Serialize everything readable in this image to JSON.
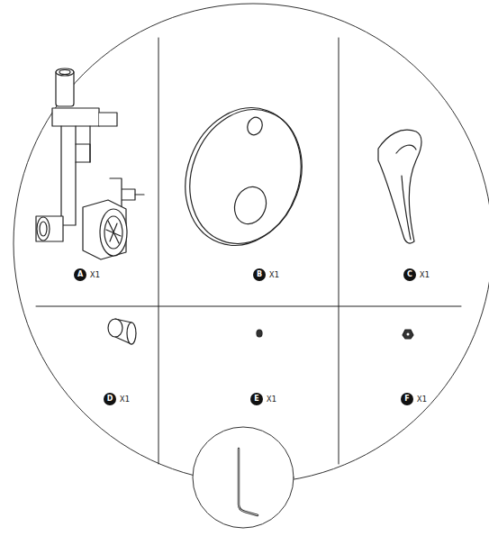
{
  "diagram": {
    "labels": [
      "A",
      "X1",
      "B",
      "X1",
      "C",
      "X1",
      "D",
      "X1",
      "E",
      "X1",
      "F",
      "X1"
    ]
  }
}
